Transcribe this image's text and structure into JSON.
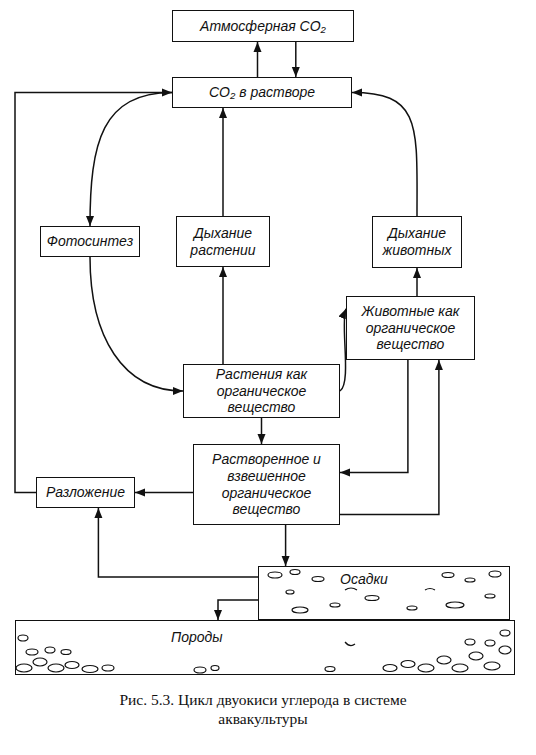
{
  "diagram": {
    "caption": "Рис. 5.3. Цикл двуокиси углерода в системе аквакультуры",
    "nodes": [
      {
        "text": [
          "Атмосферная CO₂"
        ]
      },
      {
        "text": [
          "CO₂ в растворе"
        ]
      },
      {
        "text": [
          "Фотосинтез"
        ]
      },
      {
        "text": [
          "Дыхание растении"
        ]
      },
      {
        "text": [
          "Дыхание животных"
        ]
      },
      {
        "text": [
          "Животные как органическое вещество"
        ]
      },
      {
        "text": [
          "Растения как органическое вещество"
        ]
      },
      {
        "text": [
          "Растворенное и взвешенное органическое вещество"
        ]
      },
      {
        "text": [
          "Разложение"
        ]
      },
      {
        "text": [
          "Осадки"
        ]
      },
      {
        "text": [
          "Породы"
        ]
      }
    ],
    "edges": [
      {
        "from": 1,
        "to": 0,
        "arrow": "to"
      },
      {
        "from": 0,
        "to": 1,
        "arrow": "to"
      },
      {
        "from": 1,
        "to": 2,
        "arrow": "to"
      },
      {
        "from": 2,
        "to": 6,
        "arrow": "to"
      },
      {
        "from": 6,
        "to": 3,
        "arrow": "to"
      },
      {
        "from": 3,
        "to": 1,
        "arrow": "to"
      },
      {
        "from": 6,
        "to": 5,
        "arrow": "to"
      },
      {
        "from": 5,
        "to": 4,
        "arrow": "to"
      },
      {
        "from": 4,
        "to": 1,
        "arrow": "to"
      },
      {
        "from": 6,
        "to": 7,
        "arrow": "to"
      },
      {
        "from": 5,
        "to": 7,
        "arrow": "to"
      },
      {
        "from": 7,
        "to": 5,
        "arrow": "to"
      },
      {
        "from": 7,
        "to": 8,
        "arrow": "to"
      },
      {
        "from": 8,
        "to": 1,
        "arrow": "to"
      },
      {
        "from": 7,
        "to": 9,
        "arrow": "to"
      },
      {
        "from": 9,
        "to": 8,
        "arrow": "to"
      },
      {
        "from": 9,
        "to": 10,
        "arrow": "to"
      }
    ]
  }
}
